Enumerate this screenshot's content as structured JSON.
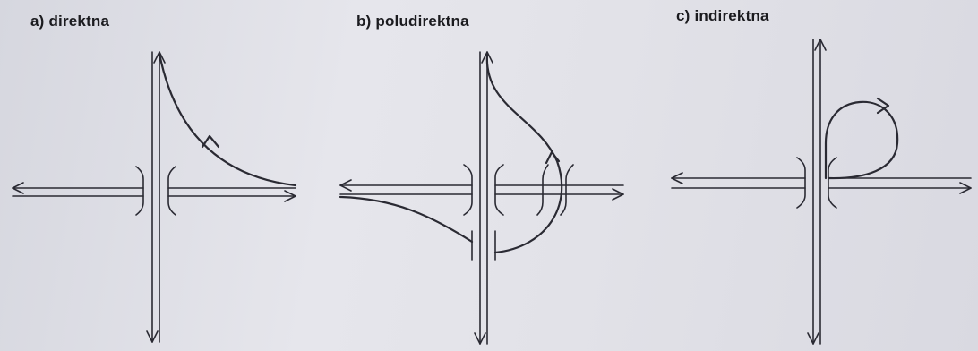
{
  "panels": [
    {
      "label": "a) direktna"
    },
    {
      "label": "b) poludirektna"
    },
    {
      "label": "c) indirektna"
    }
  ]
}
